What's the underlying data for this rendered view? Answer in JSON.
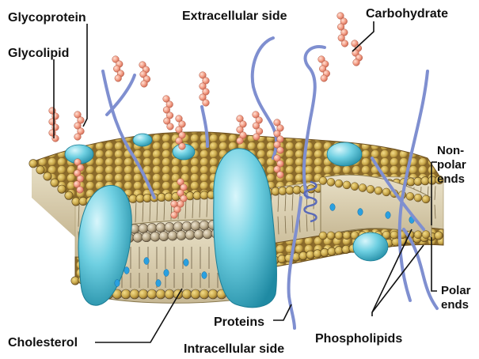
{
  "labels": {
    "glycoprotein": "Glycoprotein",
    "glycolipid": "Glycolipid",
    "extracellular": "Extracellular side",
    "carbohydrate": "Carbohydrate",
    "nonpolar_1": "Non-",
    "nonpolar_2": "polar",
    "nonpolar_3": "ends",
    "polar_1": "Polar",
    "polar_2": "ends",
    "proteins": "Proteins",
    "phospholipids": "Phospholipids",
    "cholesterol": "Cholesterol",
    "intracellular": "Intracellular side"
  },
  "colors": {
    "lipid_head": "#c9a84a",
    "lipid_head_dark": "#8a6a2a",
    "protein": "#5ec4d8",
    "protein_dark": "#2a8fa8",
    "carbohydrate": "#f2a08a",
    "filament": "#7f8fd0",
    "cholesterol": "#2aa0e0"
  }
}
